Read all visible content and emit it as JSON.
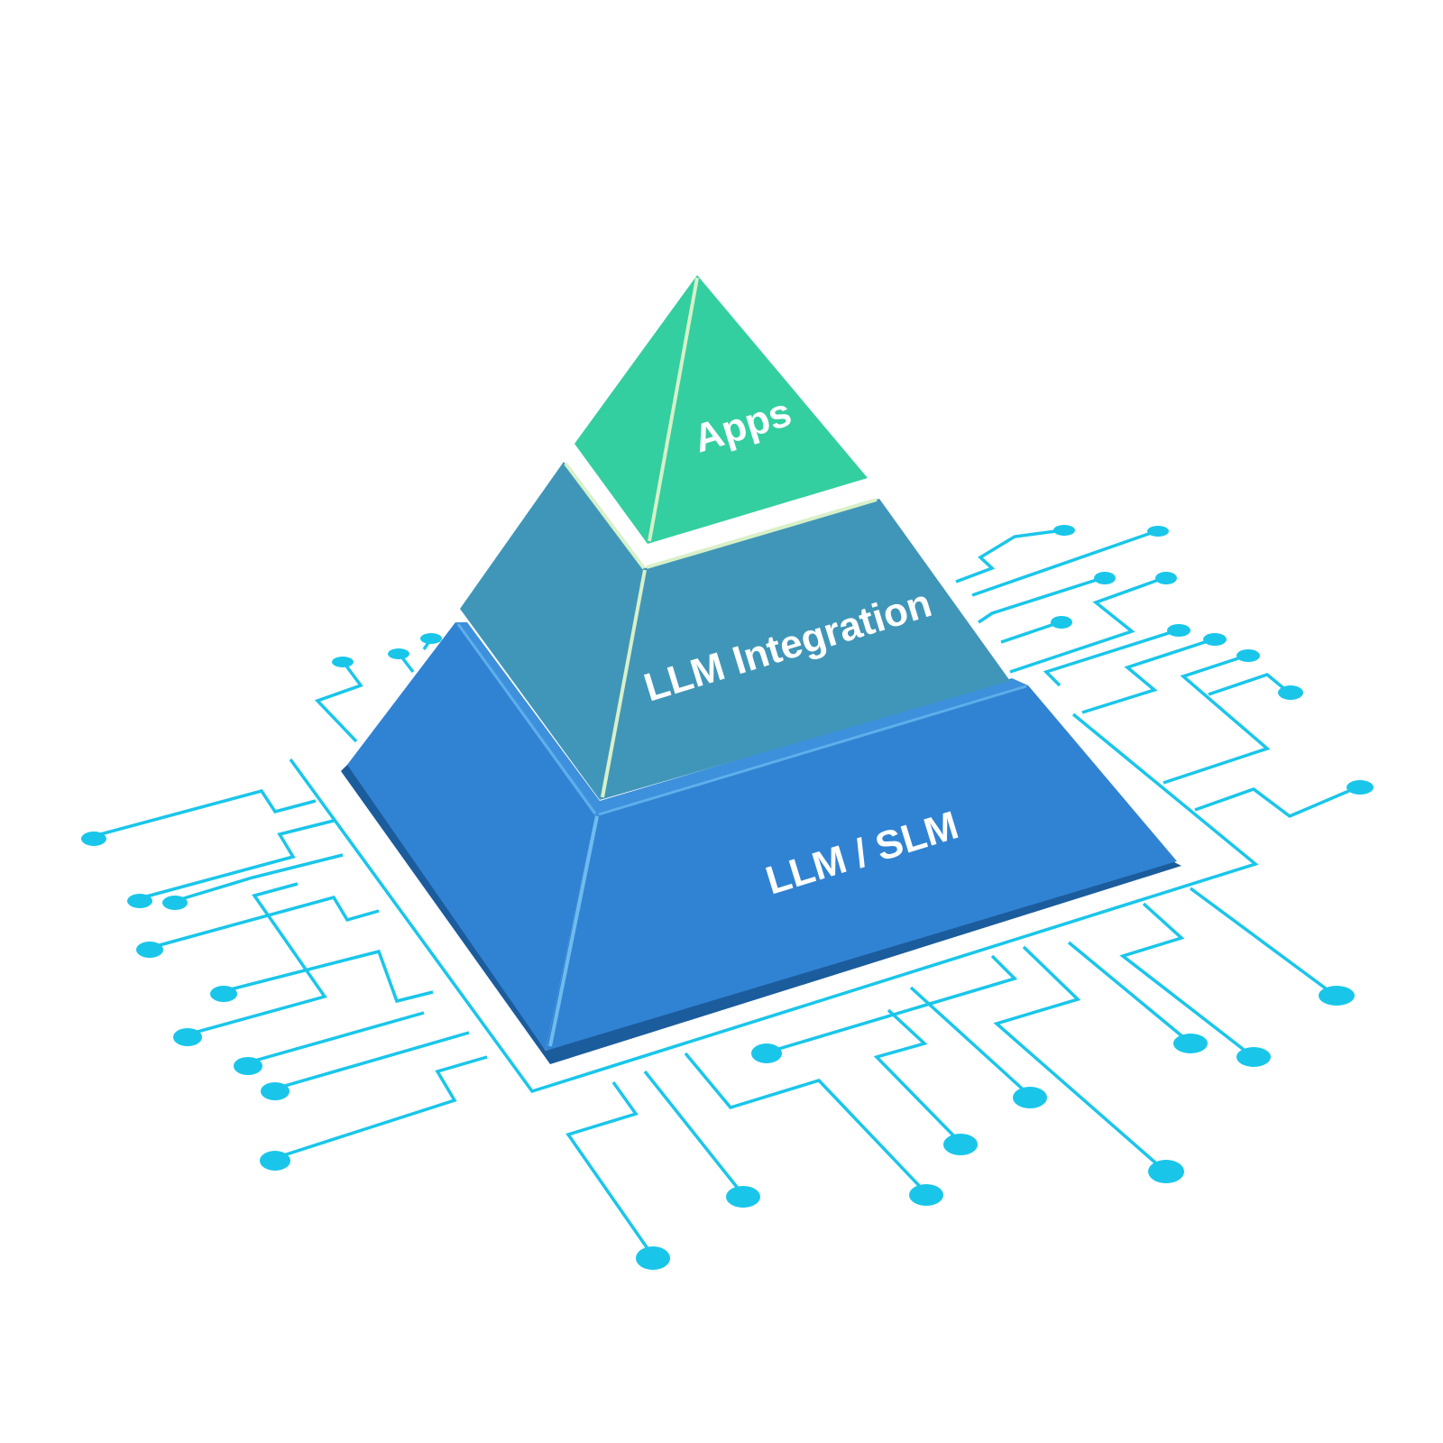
{
  "diagram": {
    "type": "layered-pyramid",
    "layers": [
      {
        "label": "Apps",
        "color": "#33cfa0",
        "level": "top"
      },
      {
        "label": "LLM Integration",
        "color": "#4096b8",
        "level": "middle"
      },
      {
        "label": "LLM / SLM",
        "color": "#3083d3",
        "level": "bottom"
      }
    ],
    "colors": {
      "circuit": "#19c6ea",
      "highlight": "#d8f0c8",
      "base_edge": "#1b5c9c",
      "background": "#ffffff"
    }
  }
}
